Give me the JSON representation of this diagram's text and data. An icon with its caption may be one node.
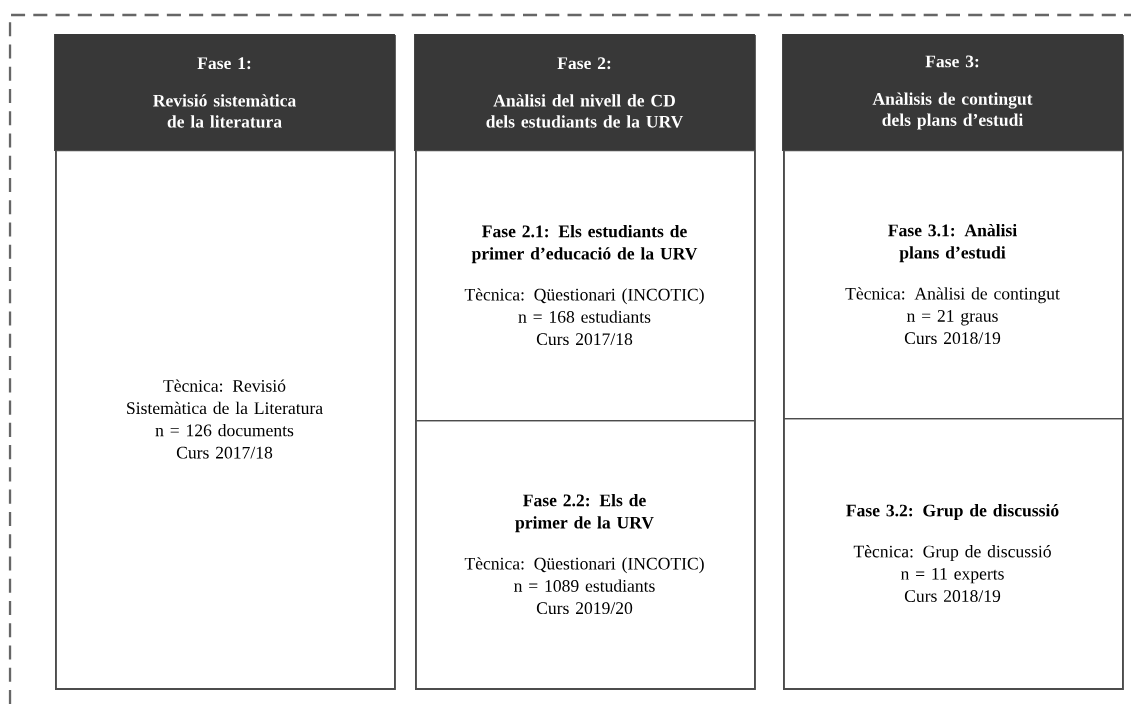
{
  "diagram": {
    "nodes": [
      {
        "text": [
          "Fase 1:",
          "Revisió sistemàtica de la literatura"
        ]
      },
      {
        "text": [
          "Tècnica: Revisió Sistemàtica de la Literatura",
          "n = 126 documents",
          "Curs 2017/18"
        ],
        "in": 0
      },
      {
        "text": [
          "Fase 2:",
          "Anàlisi del nivell de CD dels estudiants de la URV"
        ]
      },
      {
        "text": [
          "Fase 2.1: Els estudiants de primer d’educació de la URV",
          "Tècnica: Qüestionari (INCOTIC)",
          "n = 168 estudiants",
          "Curs 2017/18"
        ],
        "in": 2
      },
      {
        "text": [
          "Fase 2.2: Els de primer de la URV",
          "Tècnica: Qüestionari (INCOTIC)",
          "n = 1089 estudiants",
          "Curs 2019/20"
        ],
        "in": 2
      },
      {
        "text": [
          "Fase 3:",
          "Anàlisis de contingut dels plans d’estudi"
        ]
      },
      {
        "text": [
          "Fase 3.1: Anàlisi plans d’estudi",
          "Tècnica: Anàlisi de contingut",
          "n = 21 graus",
          "Curs 2018/19"
        ],
        "in": 5
      },
      {
        "text": [
          "Fase 3.2: Grup de discussió",
          "Tècnica: Grup de discussió",
          "n = 11 experts",
          "Curs 2018/19"
        ],
        "in": 5
      }
    ],
    "edges": []
  }
}
